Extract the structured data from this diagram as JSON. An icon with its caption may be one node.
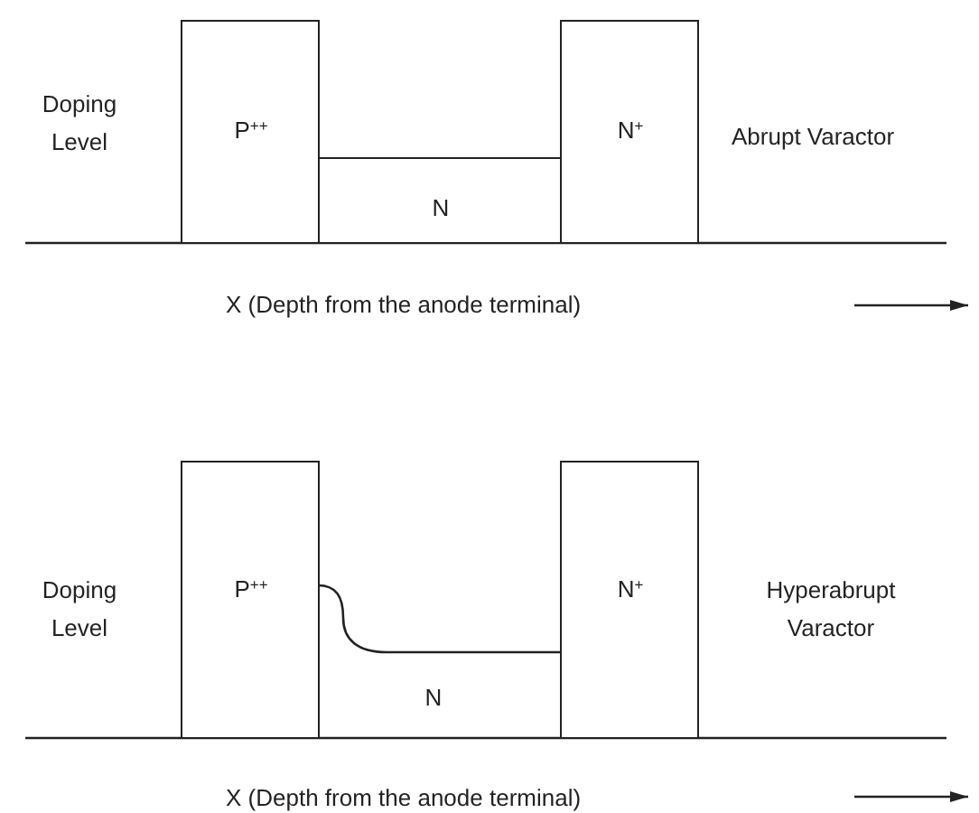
{
  "diagram": {
    "nodes": [
      {
        "text": [
          "P$^{++}$"
        ]
      },
      {
        "text": [
          "N"
        ]
      },
      {
        "text": [
          "N$^{+}$"
        ]
      },
      {
        "text": [
          "P$^{++}$"
        ]
      },
      {
        "text": [
          "N"
        ]
      },
      {
        "text": [
          "N$^{+}$"
        ]
      }
    ],
    "labels": [
      "Doping Level",
      "Abrupt Varactor",
      "X (Depth from the anode terminal)",
      "Doping Level",
      "Hyperabrupt Varactor",
      "X (Depth from the anode terminal)"
    ]
  }
}
